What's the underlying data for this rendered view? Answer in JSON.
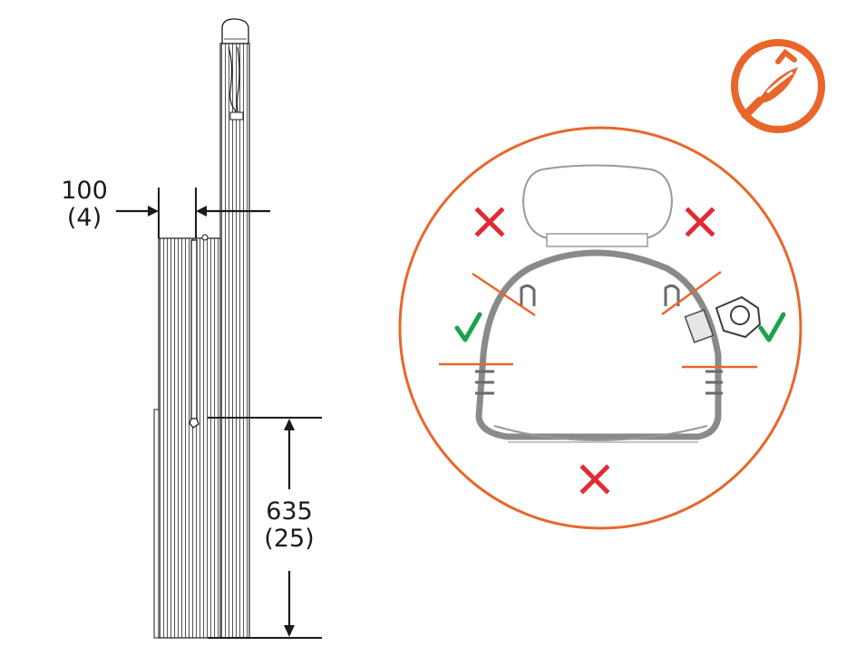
{
  "dimensions": {
    "width_mm": "100",
    "width_in": "(4)",
    "height_mm": "635",
    "height_in": "(25)"
  },
  "mounting_zones": [
    {
      "zone": "top-left",
      "allowed": false
    },
    {
      "zone": "top-right",
      "allowed": false
    },
    {
      "zone": "left-side",
      "allowed": true
    },
    {
      "zone": "right-side",
      "allowed": true
    },
    {
      "zone": "bottom",
      "allowed": false
    }
  ],
  "icons": {
    "drill_symbol": "drill-bit-icon",
    "allowed": "check-mark-icon",
    "not_allowed": "x-mark-icon"
  },
  "colors": {
    "accent_orange": "#e8662a",
    "allowed_green": "#1aa34a",
    "not_allowed_red": "#e02b35",
    "line_dark": "#1a1a1a",
    "profile_gray": "#8a8a8a"
  }
}
